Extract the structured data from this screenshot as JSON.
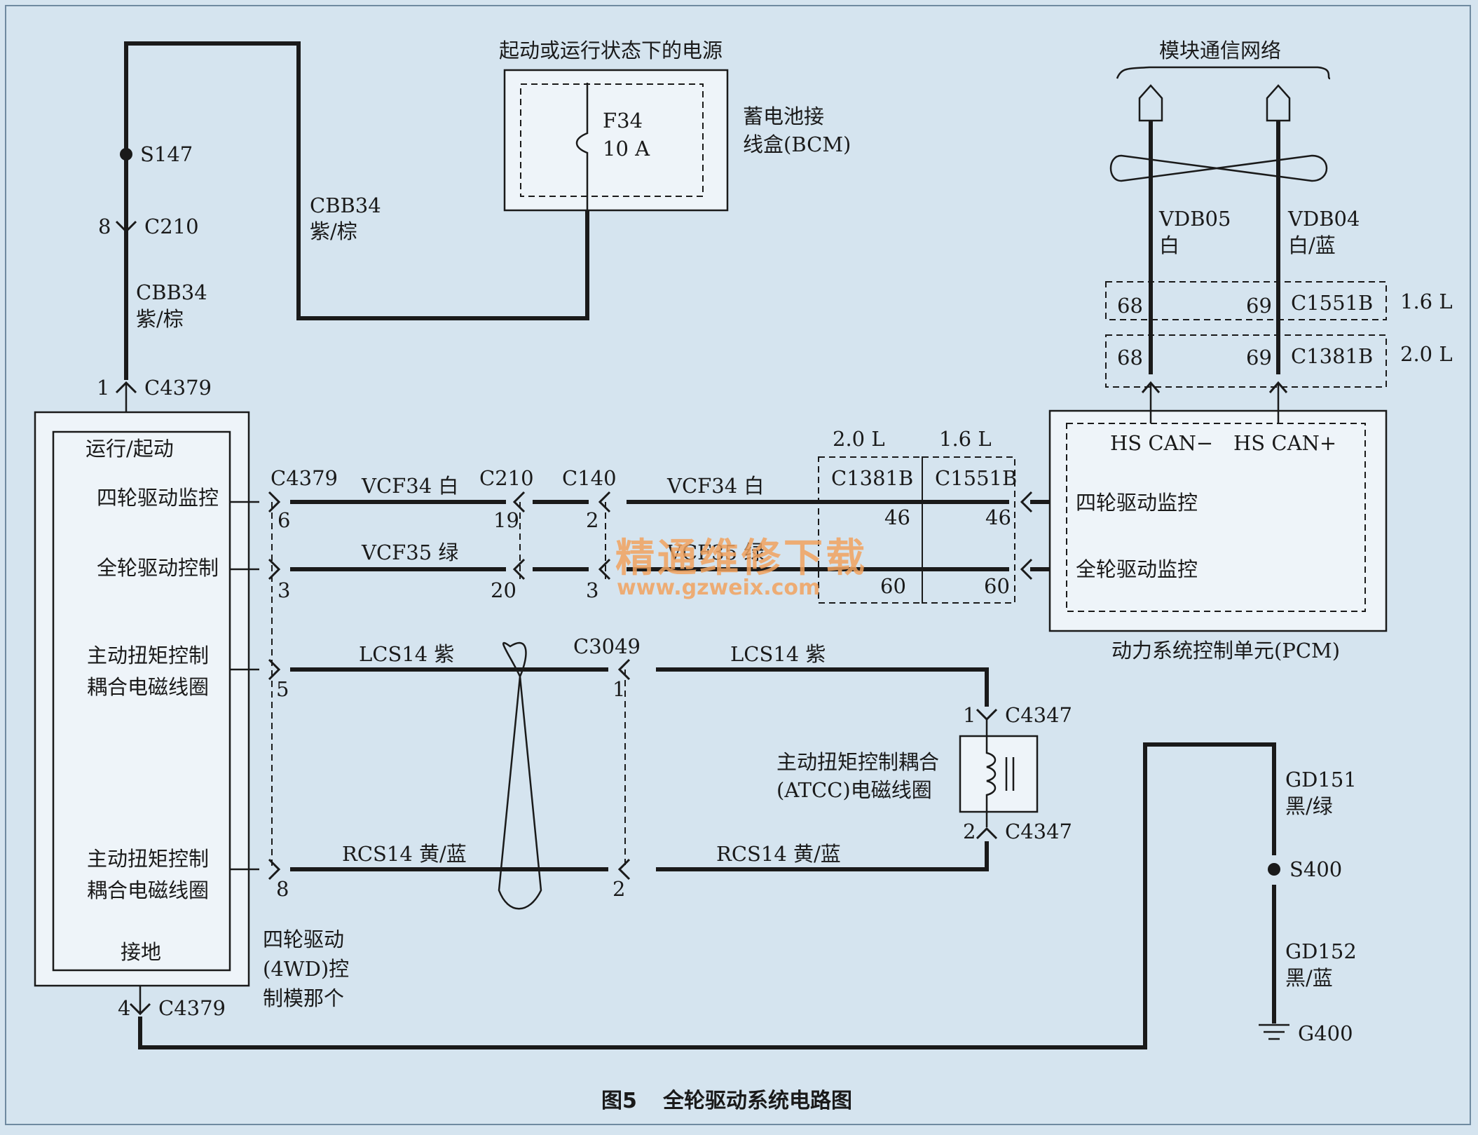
{
  "caption": {
    "fig": "图5",
    "title": "全轮驱动系统电路图"
  },
  "watermark": {
    "cn": "精通维修下载",
    "url": "www.gzweix.com"
  },
  "top": {
    "power_label": "起动或运行状态下的电源",
    "bcm_label_1": "蓄电池接",
    "bcm_label_2": "线盒(BCM)",
    "fuse_name": "F34",
    "fuse_rating": "10 A",
    "network_label": "模块通信网络"
  },
  "left_wire": {
    "splice": "S147",
    "c210_pin": "8",
    "c210": "C210",
    "wire1": "CBB34",
    "color1": "紫/棕",
    "wire2": "CBB34",
    "color2": "紫/棕",
    "c4379_pin": "1",
    "c4379": "C4379"
  },
  "module_4wd": {
    "run_start": "运行/起动",
    "four_wd_monitor": "四轮驱动监控",
    "awd_control": "全轮驱动控制",
    "atc_1a": "主动扭矩控制",
    "atc_1b": "耦合电磁线圈",
    "atc_2a": "主动扭矩控制",
    "atc_2b": "耦合电磁线圈",
    "ground": "接地",
    "name_1": "四轮驱动",
    "name_2": "(4WD)控",
    "name_3": "制模那个",
    "gnd_pin": "4",
    "gnd_conn": "C4379"
  },
  "signals": {
    "c4379": "C4379",
    "c210": "C210",
    "c140": "C140",
    "vcf34_l": "VCF34  白",
    "vcf34_r": "VCF34  白",
    "vcf35_l": "VCF35  绿",
    "vcf35_r": "VCF35  绿",
    "pin6": "6",
    "pin19": "19",
    "pin2a": "2",
    "pin3a": "3",
    "pin20": "20",
    "pin3b": "3",
    "lcs14_l": "LCS14 紫",
    "lcs14_r": "LCS14  紫",
    "c3049": "C3049",
    "pin5": "5",
    "pin1": "1",
    "rcs14_l": "RCS14  黄/蓝",
    "rcs14_r": "RCS14  黄/蓝",
    "pin8": "8",
    "pin2b": "2"
  },
  "pcm_connectors": {
    "eng20": "2.0 L",
    "eng16": "1.6 L",
    "c1381b": "C1381B",
    "c1551b": "C1551B",
    "p46a": "46",
    "p46b": "46",
    "p60a": "60",
    "p60b": "60"
  },
  "pcm": {
    "hs_can_minus": "HS CAN−",
    "hs_can_plus": "HS CAN+",
    "four_wd_monitor": "四轮驱动监控",
    "awd_monitor": "全轮驱动监控",
    "name": "动力系统控制单元(PCM)"
  },
  "can": {
    "vdb05": "VDB05",
    "vdb05_color": "白",
    "vdb04": "VDB04",
    "vdb04_color": "白/蓝",
    "p68a": "68",
    "p69a": "69",
    "c1551b": "C1551B",
    "eng16": "1.6 L",
    "p68b": "68",
    "p69b": "69",
    "c1381b": "C1381B",
    "eng20": "2.0 L"
  },
  "atcc": {
    "pin1": "1",
    "c4347a": "C4347",
    "pin2": "2",
    "c4347b": "C4347",
    "name_1": "主动扭矩控制耦合",
    "name_2": "(ATCC)电磁线圈"
  },
  "ground": {
    "gd151": "GD151",
    "gd151_color": "黑/绿",
    "s400": "S400",
    "gd152": "GD152",
    "gd152_color": "黑/蓝",
    "g400": "G400"
  }
}
